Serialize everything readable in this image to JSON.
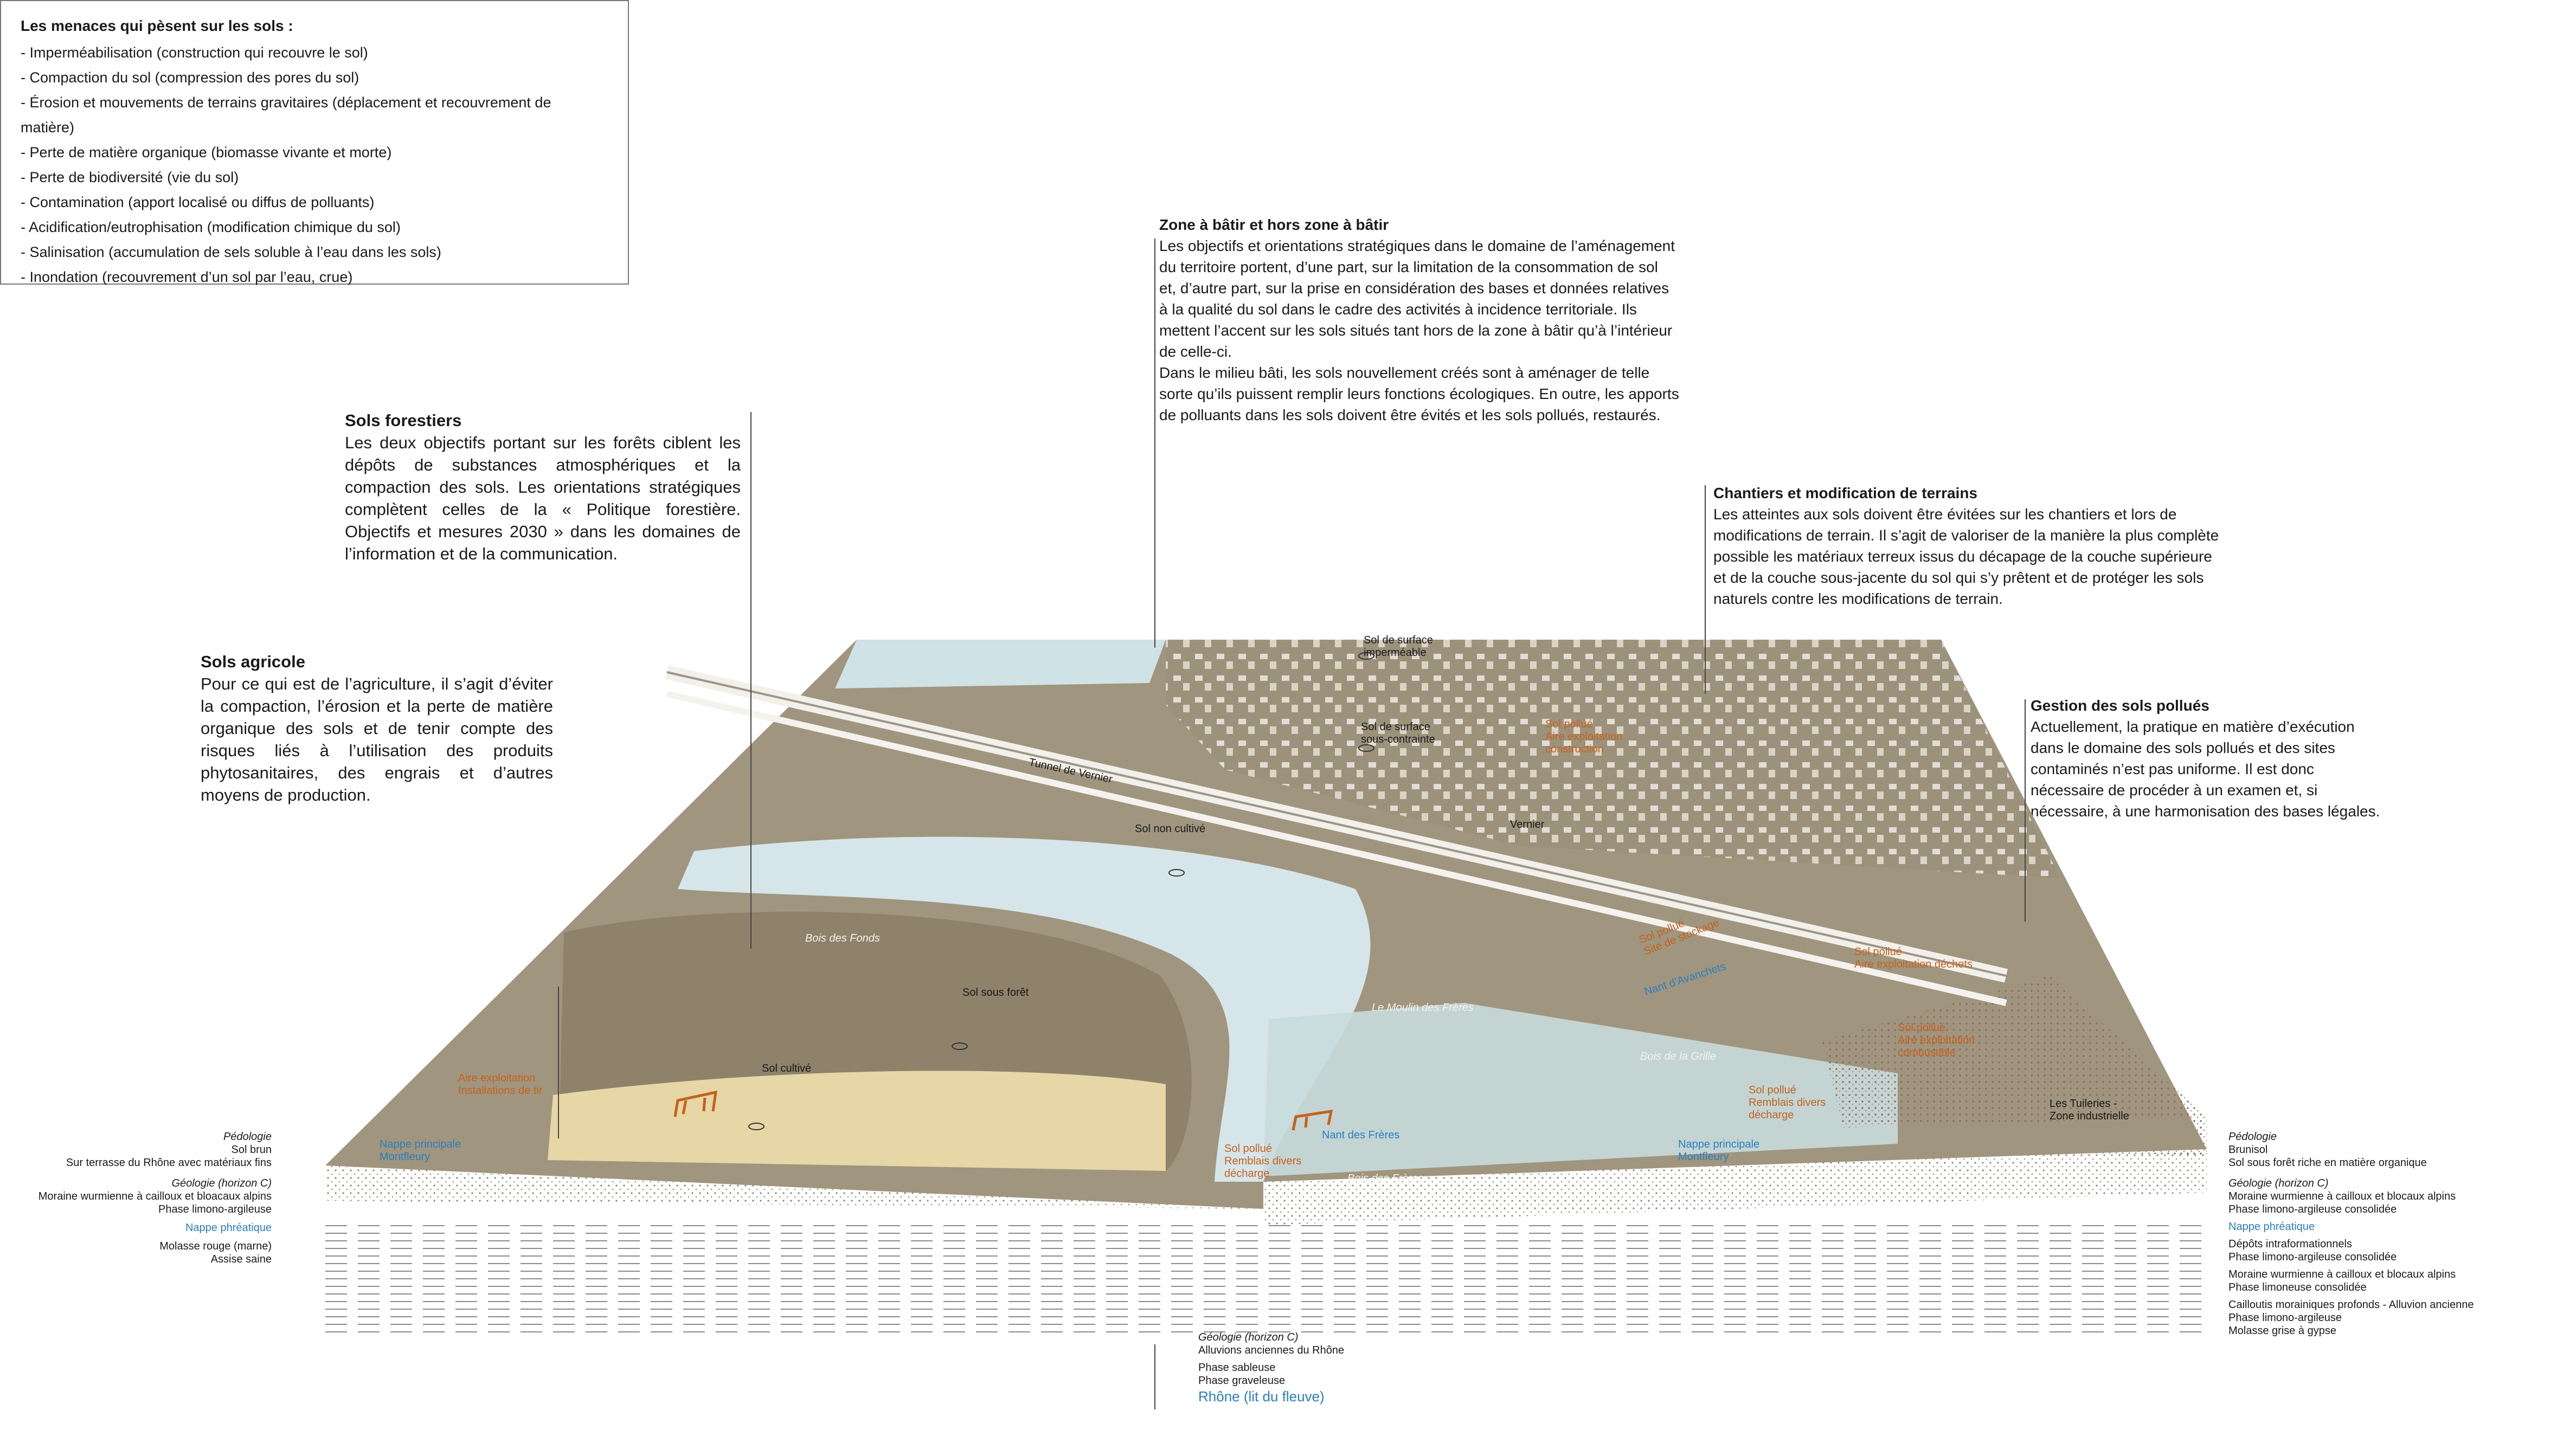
{
  "threats": {
    "title": "Les menaces qui pèsent sur les sols :",
    "items": [
      "- Imperméabilisation (construction qui recouvre le sol)",
      "- Compaction du sol (compression des pores du sol)",
      "- Érosion et mouvements de terrains gravitaires (déplacement et recouvrement de matière)",
      "- Perte de matière organique (biomasse vivante et morte)",
      "- Perte de biodiversité (vie du sol)",
      "- Contamination (apport localisé ou diffus de polluants)",
      "- Acidification/eutrophisation (modification chimique du sol)",
      "- Salinisation (accumulation de sels soluble à l’eau dans les sols)",
      "- Inondation (recouvrement d’un sol par l’eau, crue)"
    ]
  },
  "zone_batir": {
    "title": "Zone à bâtir et hors zone à bâtir",
    "text": "Les objectifs et orientations stratégiques dans le domaine de l’aménagement\ndu territoire portent, d’une part, sur la limitation de la consommation de sol\net, d’autre part, sur la prise en considération des bases et données relatives\nà la qualité du sol dans le cadre des activités à incidence territoriale. Ils\nmettent l’accent sur les sols situés tant hors de la zone à bâtir qu’à l’intérieur\nde celle-ci.\nDans le milieu bâti, les sols nouvellement créés sont à aménager de telle\nsorte qu’ils puissent remplir leurs fonctions écologiques. En outre, les apports\nde polluants dans les sols doivent être évités et les sols pollués, restaurés."
  },
  "sols_forestiers": {
    "title": "Sols forestiers",
    "text": "Les deux objectifs portant sur les forêts ciblent les dépôts de substances atmosphériques et la compaction des sols. Les orientations stratégiques complètent celles de la « Politique forestière. Objectifs et mesures 2030 » dans les domaines de l’information et de la communication."
  },
  "sols_agricole": {
    "title": "Sols agricole",
    "text": "Pour ce qui est de l’agriculture, il s’agit d’éviter la compaction, l’érosion et la perte de matière organique des sols et de tenir compte des risques liés à l’utilisation des produits phytosanitaires, des engrais et d’autres moyens de production."
  },
  "chantiers": {
    "title": "Chantiers et modification de terrains",
    "text": "Les atteintes aux sols doivent être évitées sur les chantiers et lors de\nmodifications de terrain. Il s’agit de valoriser de la manière la plus complète\npossible les matériaux terreux issus du décapage de la couche supérieure\net de la couche sous-jacente du sol qui s’y prêtent et de protéger les sols\nnaturels contre les modifications de terrain."
  },
  "sols_pollues": {
    "title": "Gestion des sols pollués",
    "text": "Actuellement, la pratique en matière d’exécution\ndans le domaine des sols pollués et des sites\ncontaminés n’est pas uniforme. Il est donc\nnécessaire de procéder à un examen et, si\nnécessaire, à une harmonisation des bases légales."
  },
  "map_labels": {
    "sol_impermeable": "Sol de surface\nimperméable",
    "sol_sous_contrainte": "Sol de surface\nsous-contrainte",
    "sol_pollue_construction": "Sol pollué\nAire exploitation\nconstruction",
    "tunnel": "Tunnel de Vernier",
    "vernier": "Vernier",
    "sol_non_cultive": "Sol non cultivé",
    "bois_des_fonds": "Bois des Fonds",
    "sol_sous_foret": "Sol sous forêt",
    "sol_cultive": "Sol cultivé",
    "aire_tir": "Aire exploitation\nInstallations de tir",
    "nappe_left": "Nappe principale\nMontfleury",
    "moulin": "Le Moulin des Frères",
    "sol_pollue_stockage": "Sol pollué\nSite de stockage",
    "nant_avanchets": "Nant d’Avanchets",
    "sol_pollue_dechets": "Sol pollué\nAire exploitation déchets",
    "sol_pollue_combustible": "Sol pollué\nAire exploitation\ncombustible",
    "bois_grille": "Bois de la Grille",
    "sol_pollue_remblais_r": "Sol pollué\nRemblais divers\ndécharge",
    "tuileries": "Les Tuileries -\nZone industrielle",
    "nappe_right": "Nappe principale\nMontfleury",
    "sol_pollue_remblais_l": "Sol pollué\nRemblais divers\ndécharge",
    "nant_freres": "Nant des Frères",
    "bois_freres": "Bois des Frères"
  },
  "legend_left": {
    "pedologie": "Pédologie",
    "sol_brun": "Sol brun",
    "terrasse": "Sur terrasse du Rhône avec matériaux fins",
    "geologie": "Géologie (horizon C)",
    "moraine": "Moraine wurmienne à cailloux et bloacaux alpins",
    "phase": "Phase limono-argileuse",
    "nappe": "Nappe phréatique",
    "molasse": "Molasse rouge (marne)",
    "assise": "Assise saine"
  },
  "legend_center": {
    "geologie": "Géologie (horizon C)",
    "alluvions": "Alluvions anciennes du Rhône",
    "sableuse": "Phase sableuse",
    "graveleuse": "Phase graveleuse",
    "rhone": "Rhône (lit du fleuve)"
  },
  "legend_right": {
    "pedologie": "Pédologie",
    "brunisol": "Brunisol",
    "sous_foret": "Sol sous forêt riche en matière organique",
    "geologie": "Géologie (horizon C)",
    "moraine1": "Moraine wurmienne à cailloux et blocaux alpins",
    "phase1": "Phase limono-argileuse consolidée",
    "nappe": "Nappe phréatique",
    "depots": "Dépôts intraformationnels",
    "phase2": "Phase limono-argileuse consolidée",
    "moraine2": "Moraine wurmienne à cailloux et blocaux alpins",
    "phase3": "Phase limoneuse consolidée",
    "cailloutis": "Cailloutis morainiques profonds - Alluvion ancienne",
    "phase4": "Phase limono-argileuse",
    "molasse": "Molasse grise à gypse"
  },
  "colors": {
    "terrain": "#a0957e",
    "forest": "#8e826a",
    "field": "#e7d6a6",
    "river": "#d6e5e9",
    "blue_text": "#2a7fc0",
    "orange_text": "#c5621e"
  }
}
